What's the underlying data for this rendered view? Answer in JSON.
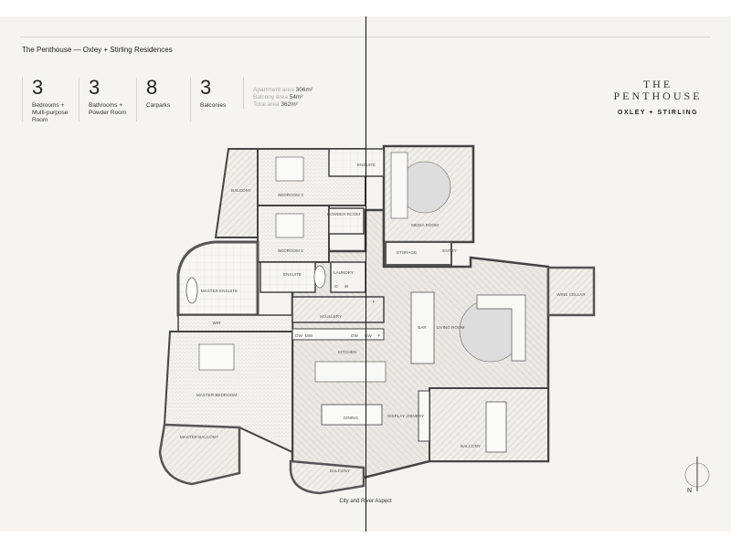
{
  "header": {
    "title": "The Penthouse — Oxley + Stirling Residences"
  },
  "stats": [
    {
      "value": "3",
      "label": "Bedrooms + Multi-purpose Room"
    },
    {
      "value": "3",
      "label": "Bathrooms + Powder Room"
    },
    {
      "value": "8",
      "label": "Carparks"
    },
    {
      "value": "3",
      "label": "Balconies"
    }
  ],
  "areas": {
    "apartment_label": "Apartment area",
    "apartment_value": "306m²",
    "balcony_label": "Balcony area",
    "balcony_value": "54m²",
    "total_label": "Total area",
    "total_value": "362m²"
  },
  "brand": {
    "line1": "THE",
    "line2": "PENTHOUSE",
    "line3": "OXLEY + STIRLING"
  },
  "rooms": {
    "balcony_nw": "BALCONY",
    "bedroom3": "BEDROOM 3",
    "ensuite_top": "ENSUITE",
    "powder": "POWDER ROOM",
    "bedroom2": "BEDROOM 2",
    "media": "MEDIA ROOM",
    "storage": "STORAGE",
    "entry": "ENTRY",
    "ensuite_mid": "ENSUITE",
    "laundry": "LAUNDRY",
    "master_ensuite": "MASTER ENSUITE",
    "scullery": "SCULLERY",
    "wir": "WIR",
    "bar": "BAR",
    "living": "LIVING ROOM",
    "wine": "WINE CELLAR",
    "kitchen": "KITCHEN",
    "master_bedroom": "MASTER BEDROOM",
    "dining": "DINING",
    "display": "DISPLAY JOINERY",
    "balcony_e": "BALCONY",
    "master_balcony": "MASTER BALCONY",
    "balcony_s": "BALCONY"
  },
  "appliances": {
    "k1": "DW",
    "k2": "MW",
    "k3": "DW",
    "k4": "DW",
    "k5": "F",
    "l1": "D",
    "l2": "W",
    "s1": "F"
  },
  "aspect": "City and River Aspect",
  "compass": "N"
}
